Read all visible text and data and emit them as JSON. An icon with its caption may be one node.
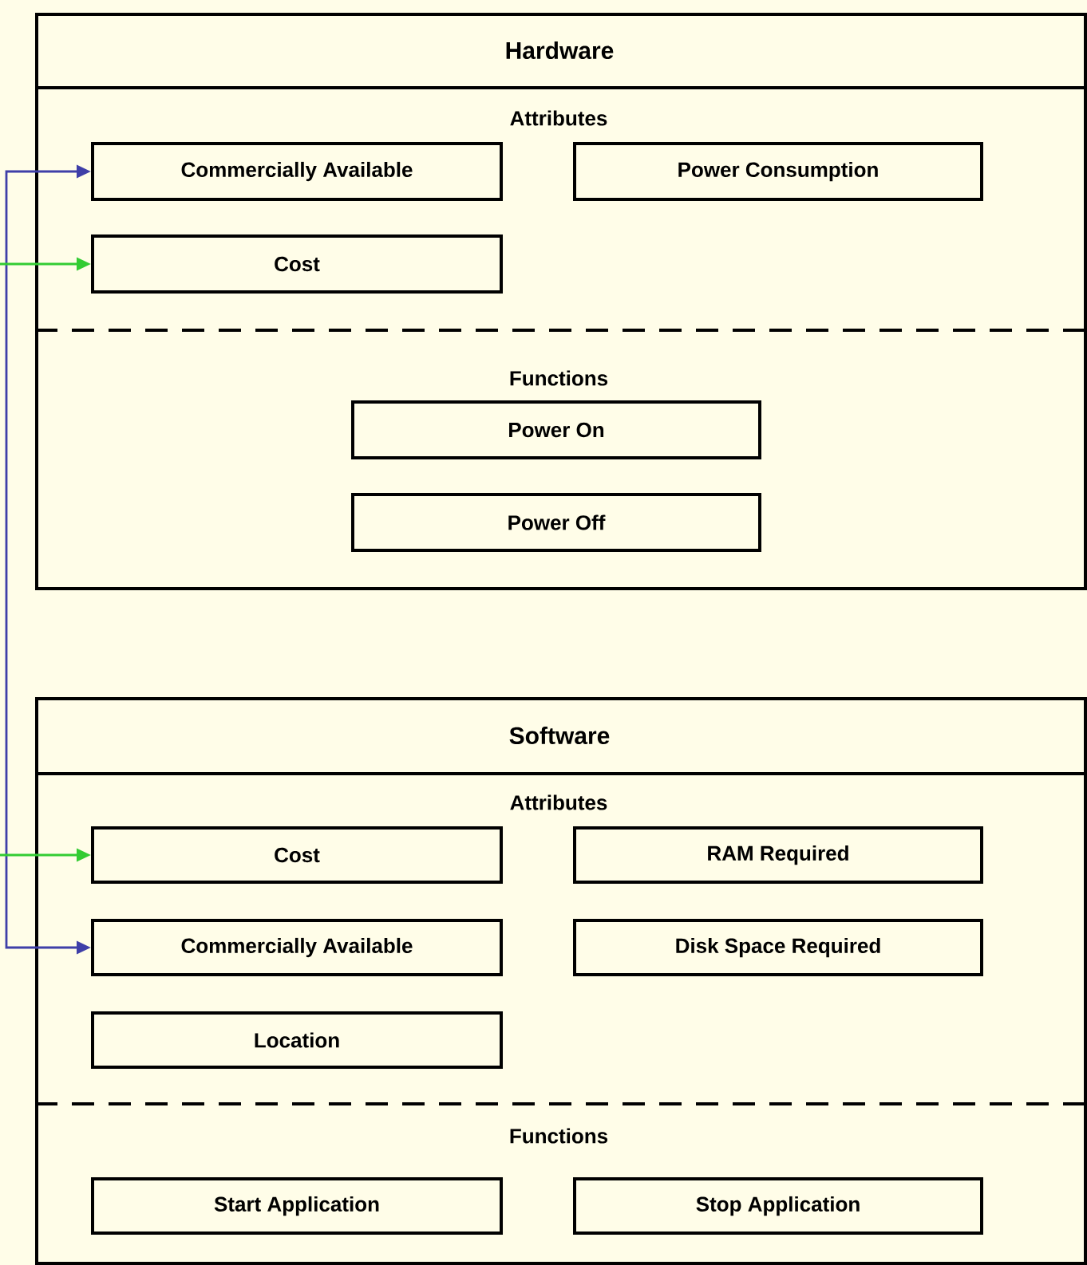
{
  "diagram": {
    "nodes": [
      {
        "text": [
          "Hardware"
        ]
      },
      {
        "text": [
          "Commercially Available"
        ],
        "in": 0
      },
      {
        "text": [
          "Power Consumption"
        ],
        "in": 0
      },
      {
        "text": [
          "Cost"
        ],
        "in": 0
      },
      {
        "text": [
          "Power On"
        ],
        "in": 0
      },
      {
        "text": [
          "Power Off"
        ],
        "in": 0
      },
      {
        "text": [
          "Software"
        ]
      },
      {
        "text": [
          "Cost"
        ],
        "in": 6
      },
      {
        "text": [
          "RAM Required"
        ],
        "in": 6
      },
      {
        "text": [
          "Commercially Available"
        ],
        "in": 6
      },
      {
        "text": [
          "Disk Space Required"
        ],
        "in": 6
      },
      {
        "text": [
          "Location"
        ],
        "in": 6
      },
      {
        "text": [
          "Start Application"
        ],
        "in": 6
      },
      {
        "text": [
          "Stop Application"
        ],
        "in": 6
      }
    ],
    "edges": [
      {
        "from": 1,
        "to": 9,
        "arrow": "both",
        "color": "#3f3fa8"
      },
      {
        "from": null,
        "to": 3,
        "arrow": "to",
        "color": "#33cc33"
      },
      {
        "from": null,
        "to": 7,
        "arrow": "to",
        "color": "#33cc33"
      }
    ],
    "labels": [
      "Attributes",
      "Functions",
      "Attributes",
      "Functions"
    ]
  }
}
